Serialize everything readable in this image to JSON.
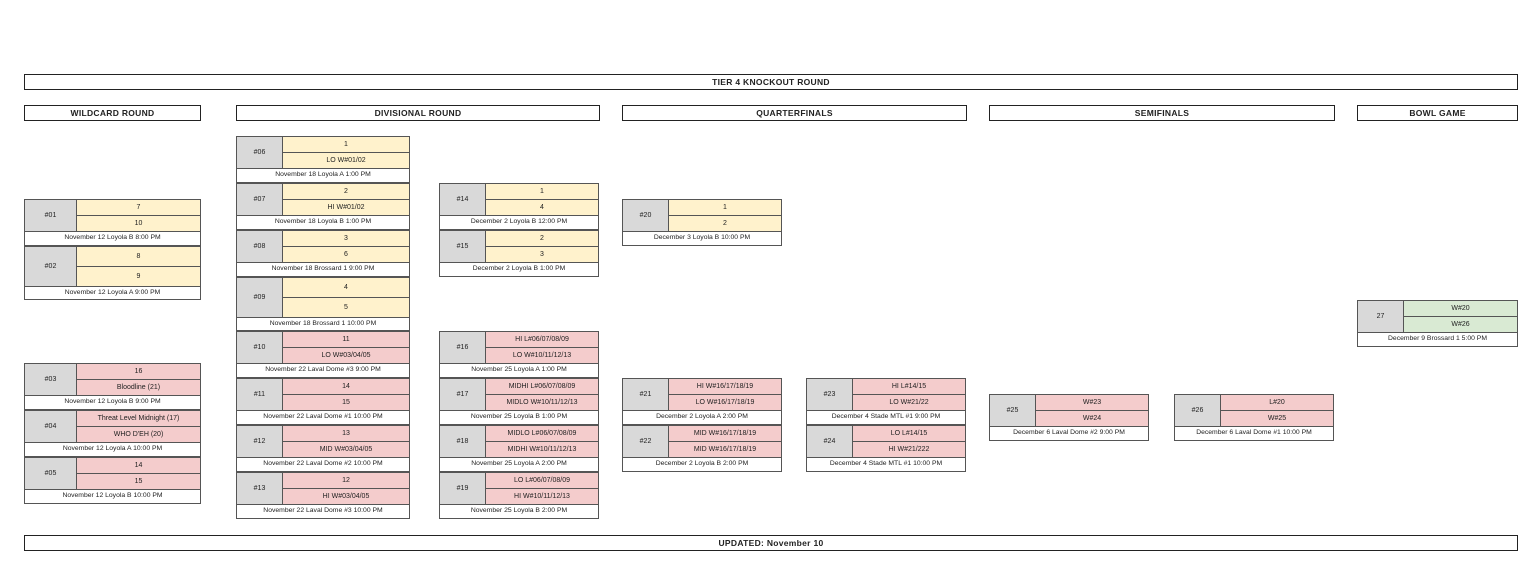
{
  "title": "TIER 4 KNOCKOUT ROUND",
  "updated": "UPDATED: November 10",
  "rounds": [
    "WILDCARD ROUND",
    "DIVISIONAL ROUND",
    "QUARTERFINALS",
    "SEMIFINALS",
    "BOWL GAME"
  ],
  "colors": {
    "yellow": "#fff2cc",
    "red": "#f4cccc",
    "green": "#d9ead3",
    "number_cell": "#d9d9d9"
  },
  "matches": [
    {
      "num": "#01",
      "teams": [
        "7",
        "10"
      ],
      "info": "November 12 Loyola B 8:00 PM",
      "color": "yellow"
    },
    {
      "num": "#02",
      "teams": [
        "8",
        "9"
      ],
      "info": "November 12 Loyola A 9:00 PM",
      "color": "yellow"
    },
    {
      "num": "#03",
      "teams": [
        "16",
        "Bloodline (21)"
      ],
      "info": "November 12 Loyola B 9:00 PM",
      "color": "red"
    },
    {
      "num": "#04",
      "teams": [
        "Threat Level Midnight (17)",
        "WHO D'EH (20)"
      ],
      "info": "November 12 Loyola A 10:00 PM",
      "color": "red"
    },
    {
      "num": "#05",
      "teams": [
        "14",
        "15"
      ],
      "info": "November 12 Loyola B 10:00 PM",
      "color": "red"
    },
    {
      "num": "#06",
      "teams": [
        "1",
        "LO W#01/02"
      ],
      "info": "November 18 Loyola A 1:00 PM",
      "color": "yellow"
    },
    {
      "num": "#07",
      "teams": [
        "2",
        "HI W#01/02"
      ],
      "info": "November 18 Loyola B 1:00 PM",
      "color": "yellow"
    },
    {
      "num": "#08",
      "teams": [
        "3",
        "6"
      ],
      "info": "November 18 Brossard 1 9:00 PM",
      "color": "yellow"
    },
    {
      "num": "#09",
      "teams": [
        "4",
        "5"
      ],
      "info": "November 18 Brossard 1 10:00 PM",
      "color": "yellow"
    },
    {
      "num": "#10",
      "teams": [
        "11",
        "LO W#03/04/05"
      ],
      "info": "November 22 Laval Dome #3 9:00 PM",
      "color": "red"
    },
    {
      "num": "#11",
      "teams": [
        "14",
        "15"
      ],
      "info": "November 22 Laval Dome #1 10:00 PM",
      "color": "red"
    },
    {
      "num": "#12",
      "teams": [
        "13",
        "MID W#03/04/05"
      ],
      "info": "November 22 Laval Dome #2 10:00 PM",
      "color": "red"
    },
    {
      "num": "#13",
      "teams": [
        "12",
        "HI W#03/04/05"
      ],
      "info": "November 22 Laval Dome #3 10:00 PM",
      "color": "red"
    },
    {
      "num": "#14",
      "teams": [
        "1",
        "4"
      ],
      "info": "December 2 Loyola B 12:00 PM",
      "color": "yellow"
    },
    {
      "num": "#15",
      "teams": [
        "2",
        "3"
      ],
      "info": "December 2 Loyola B 1:00 PM",
      "color": "yellow"
    },
    {
      "num": "#16",
      "teams": [
        "HI L#06/07/08/09",
        "LO W#10/11/12/13"
      ],
      "info": "November 25 Loyola A 1:00 PM",
      "color": "red"
    },
    {
      "num": "#17",
      "teams": [
        "MIDHI L#06/07/08/09",
        "MIDLO W#10/11/12/13"
      ],
      "info": "November 25 Loyola B 1:00 PM",
      "color": "red"
    },
    {
      "num": "#18",
      "teams": [
        "MIDLO L#06/07/08/09",
        "MIDHI W#10/11/12/13"
      ],
      "info": "November 25 Loyola A 2:00 PM",
      "color": "red"
    },
    {
      "num": "#19",
      "teams": [
        "LO L#06/07/08/09",
        "HI W#10/11/12/13"
      ],
      "info": "November 25 Loyola B 2:00 PM",
      "color": "red"
    },
    {
      "num": "#20",
      "teams": [
        "1",
        "2"
      ],
      "info": "December 3 Loyola B 10:00 PM",
      "color": "yellow"
    },
    {
      "num": "#21",
      "teams": [
        "HI W#16/17/18/19",
        "LO W#16/17/18/19"
      ],
      "info": "December 2  Loyola A 2:00 PM",
      "color": "red"
    },
    {
      "num": "#22",
      "teams": [
        "MID W#16/17/18/19",
        "MID W#16/17/18/19"
      ],
      "info": "December 2 Loyola B 2:00 PM",
      "color": "red"
    },
    {
      "num": "#23",
      "teams": [
        "HI L#14/15",
        "LO W#21/22"
      ],
      "info": "December 4 Stade MTL #1 9:00 PM",
      "color": "red"
    },
    {
      "num": "#24",
      "teams": [
        "LO L#14/15",
        "HI W#21/222"
      ],
      "info": "December 4 Stade MTL #1 10:00 PM",
      "color": "red"
    },
    {
      "num": "#25",
      "teams": [
        "W#23",
        "W#24"
      ],
      "info": "December 6 Laval Dome #2 9:00 PM",
      "color": "red"
    },
    {
      "num": "#26",
      "teams": [
        "L#20",
        "W#25"
      ],
      "info": "December 6 Laval Dome #1 10:00 PM",
      "color": "red"
    },
    {
      "num": "27",
      "teams": [
        "W#20",
        "W#26"
      ],
      "info": "December 9 Brossard 1 5:00 PM",
      "color": "green"
    }
  ]
}
